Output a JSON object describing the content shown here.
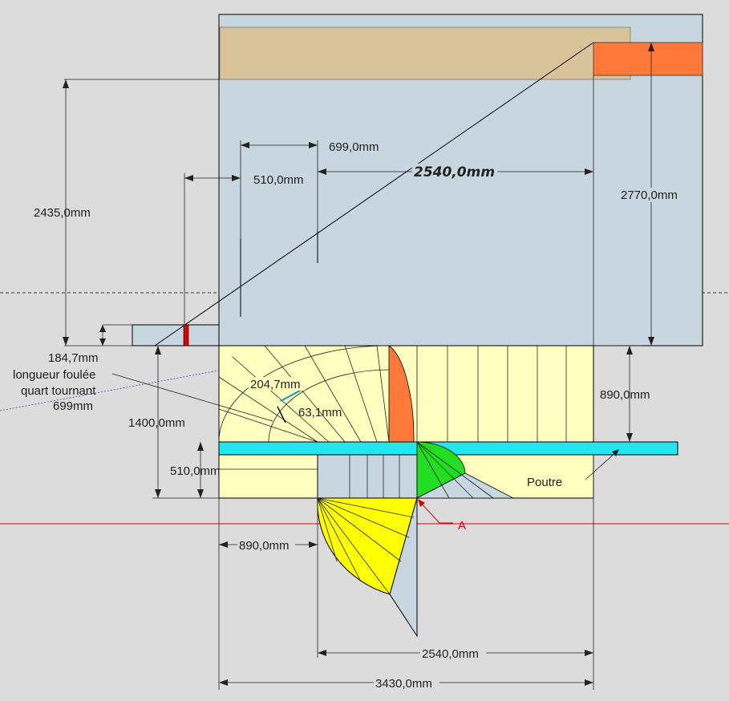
{
  "dimensions": {
    "d2435": "2435,0mm",
    "d699": "699,0mm",
    "d510top": "510,0mm",
    "d2540top": "2540,0mm",
    "d2770": "2770,0mm",
    "d184": "184,7mm",
    "d1400": "1400,0mm",
    "d890right": "890,0mm",
    "d204": "204,7mm",
    "d63": "63,1mm",
    "d510left": "510,0mm",
    "d890bottom": "890,0mm",
    "d2540bottom": "2540,0mm",
    "d3430": "3430,0mm"
  },
  "labels": {
    "longueur1": "longueur foulée",
    "longueur2": "quart tournant",
    "longueur3": "699mm",
    "poutre": "Poutre",
    "pointA": "A"
  },
  "colors": {
    "background": "#dcdcdc",
    "wall": "#c8d6e0",
    "wood": "#d9c39a",
    "orange": "#ff7a3a",
    "cream": "#ffffc0",
    "cyan": "#22e6f0",
    "green": "#22dd22",
    "yellow": "#ffff00",
    "red": "#e00000"
  }
}
